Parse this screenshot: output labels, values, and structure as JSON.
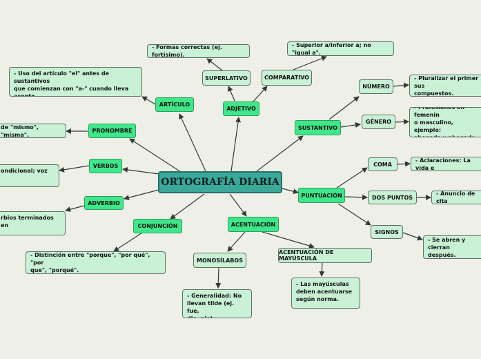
{
  "map": {
    "title": "ORTOGRAFÍA DIARIA",
    "articulo": {
      "label": "ARTÍCULO",
      "note": "- Uso del artículo \"el\" antes de sustantivos\nque comienzan con \"a-\" cuando lleva\nacento."
    },
    "pronombre": {
      "label": "PRONOMBRE",
      "note": "de \"mismo\", \"misma\"."
    },
    "verbos": {
      "label": "VERBOS",
      "note": "ondicional; voz"
    },
    "adverbio": {
      "label": "ADVERBIO",
      "note": "rbios terminados en"
    },
    "conjuncion": {
      "label": "CONJUNCIÓN",
      "note": "- Distinción entre \"porque\", \"por qué\", \"por\nque\", \"porqué\"."
    },
    "adjetivo": {
      "label": "ADJETIVO",
      "superlativo": {
        "label": "SUPERLATIVO",
        "note": "- Formas correctas (ej. fortísimo)."
      },
      "comparativo": {
        "label": "COMPARATIVO",
        "note": "- Superior a/inferior a; no \"igual a\"."
      }
    },
    "sustantivo": {
      "label": "SUSTANTIVO",
      "numero": {
        "label": "NÚMERO",
        "note": "- Pluralizar el primer sus\ncompuestos."
      },
      "genero": {
        "label": "GÉNERO",
        "note": "- Profesiones en femenin\no masculino, ejemplo:\nabogada y abogado"
      }
    },
    "puntuacion": {
      "label": "PUNTUACIÓN",
      "coma": {
        "label": "COMA",
        "note": "- Aclaraciones: La vida e"
      },
      "dos_puntos": {
        "label": "DOS PUNTOS",
        "note": "- Anuncio de cita"
      },
      "signos": {
        "label": "SIGNOS",
        "note": "- Se abren y cierran\ndespués."
      }
    },
    "acentuacion": {
      "label": "ACENTUACIÓN",
      "monosilabos": {
        "label": "MONOSÍLABOS",
        "note": "- Generalidad: No\nllevan tilde (ej. fue,\ndio, pie)."
      },
      "mayuscula": {
        "label": "ACENTUACIÓN DE MAYÚSCULA",
        "note": "- Las mayúsculas\ndeben acentuarse\nsegún norma."
      }
    }
  }
}
